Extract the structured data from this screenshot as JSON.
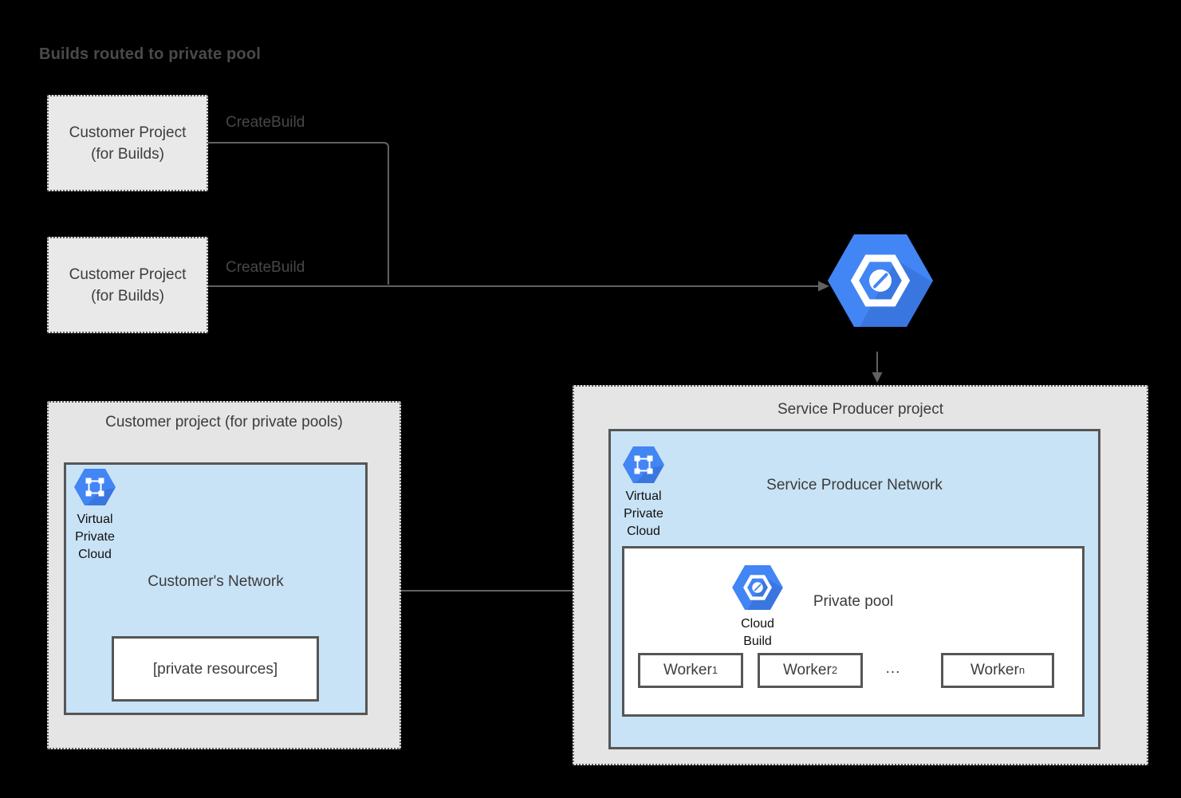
{
  "title": "Builds routed to private pool",
  "colors": {
    "background": "#000000",
    "container_fill": "#e5e5e5",
    "small_box_fill": "#e9e9e9",
    "network_fill": "#c9e3f6",
    "box_border": "#565656",
    "dotted_border": "#5c5c5c",
    "connector": "#616161",
    "google_blue": "#4285f4",
    "google_blue_shadow": "#3569cf",
    "text_dark": "#3d3d3d"
  },
  "icons": {
    "cloud_build": "cloud-build-icon",
    "vpc": "vpc-icon"
  },
  "builds_boxes": [
    {
      "line1": "Customer Project",
      "line2": "(for Builds)"
    },
    {
      "line1": "Customer Project",
      "line2": "(for Builds)"
    }
  ],
  "connectors": {
    "create_build_labels": [
      "CreateBuild",
      "CreateBuild"
    ]
  },
  "customer_pool_project": {
    "title": "Customer project (for private pools)",
    "network": {
      "label": "Customer's Network",
      "vpc_label_lines": [
        "Virtual",
        "Private",
        "Cloud"
      ],
      "private_resources_label": "[private resources]"
    }
  },
  "service_producer_project": {
    "title": "Service Producer project",
    "network": {
      "label": "Service Producer Network",
      "vpc_label_lines": [
        "Virtual",
        "Private",
        "Cloud"
      ],
      "private_pool": {
        "label": "Private pool",
        "cloud_build_label_lines": [
          "Cloud",
          "Build"
        ],
        "workers": [
          {
            "base": "Worker",
            "sub": "1"
          },
          {
            "base": "Worker",
            "sub": "2"
          },
          {
            "base": "Worker",
            "sub": "n"
          }
        ],
        "ellipsis": "..."
      }
    }
  }
}
